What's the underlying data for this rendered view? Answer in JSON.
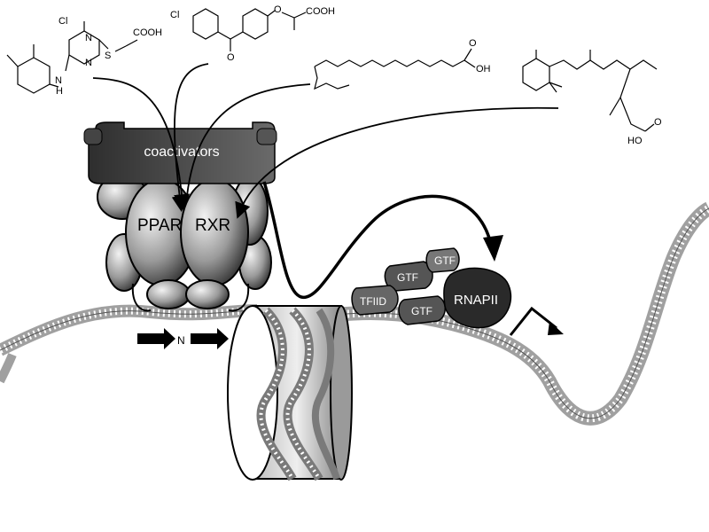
{
  "labels": {
    "coactivators": "coactivators",
    "ppar": "PPAR",
    "rxr": "RXR",
    "n": "N",
    "gtf_top": "GTF",
    "gtf_left": "GTF",
    "gtf_bottom": "GTF",
    "tfiid": "TFIID",
    "rnapii": "RNAPII"
  },
  "molecules": {
    "wy14643": {
      "cl": "Cl",
      "n1": "N",
      "n2": "N",
      "nh": "N",
      "h": "H",
      "s": "S",
      "acid": "COOH"
    },
    "fenofibric": {
      "cl": "Cl",
      "o_ketone": "O",
      "o_ether": "O",
      "acid": "COOH"
    },
    "fatty_acid": {
      "o": "O",
      "oh": "OH"
    },
    "retinoic": {
      "oh": "HO",
      "o": "O"
    }
  },
  "colors": {
    "dark": "#3a3a3a",
    "mid": "#8a8a8a",
    "light": "#d0d0d0",
    "dna": "#9a9a9a"
  }
}
